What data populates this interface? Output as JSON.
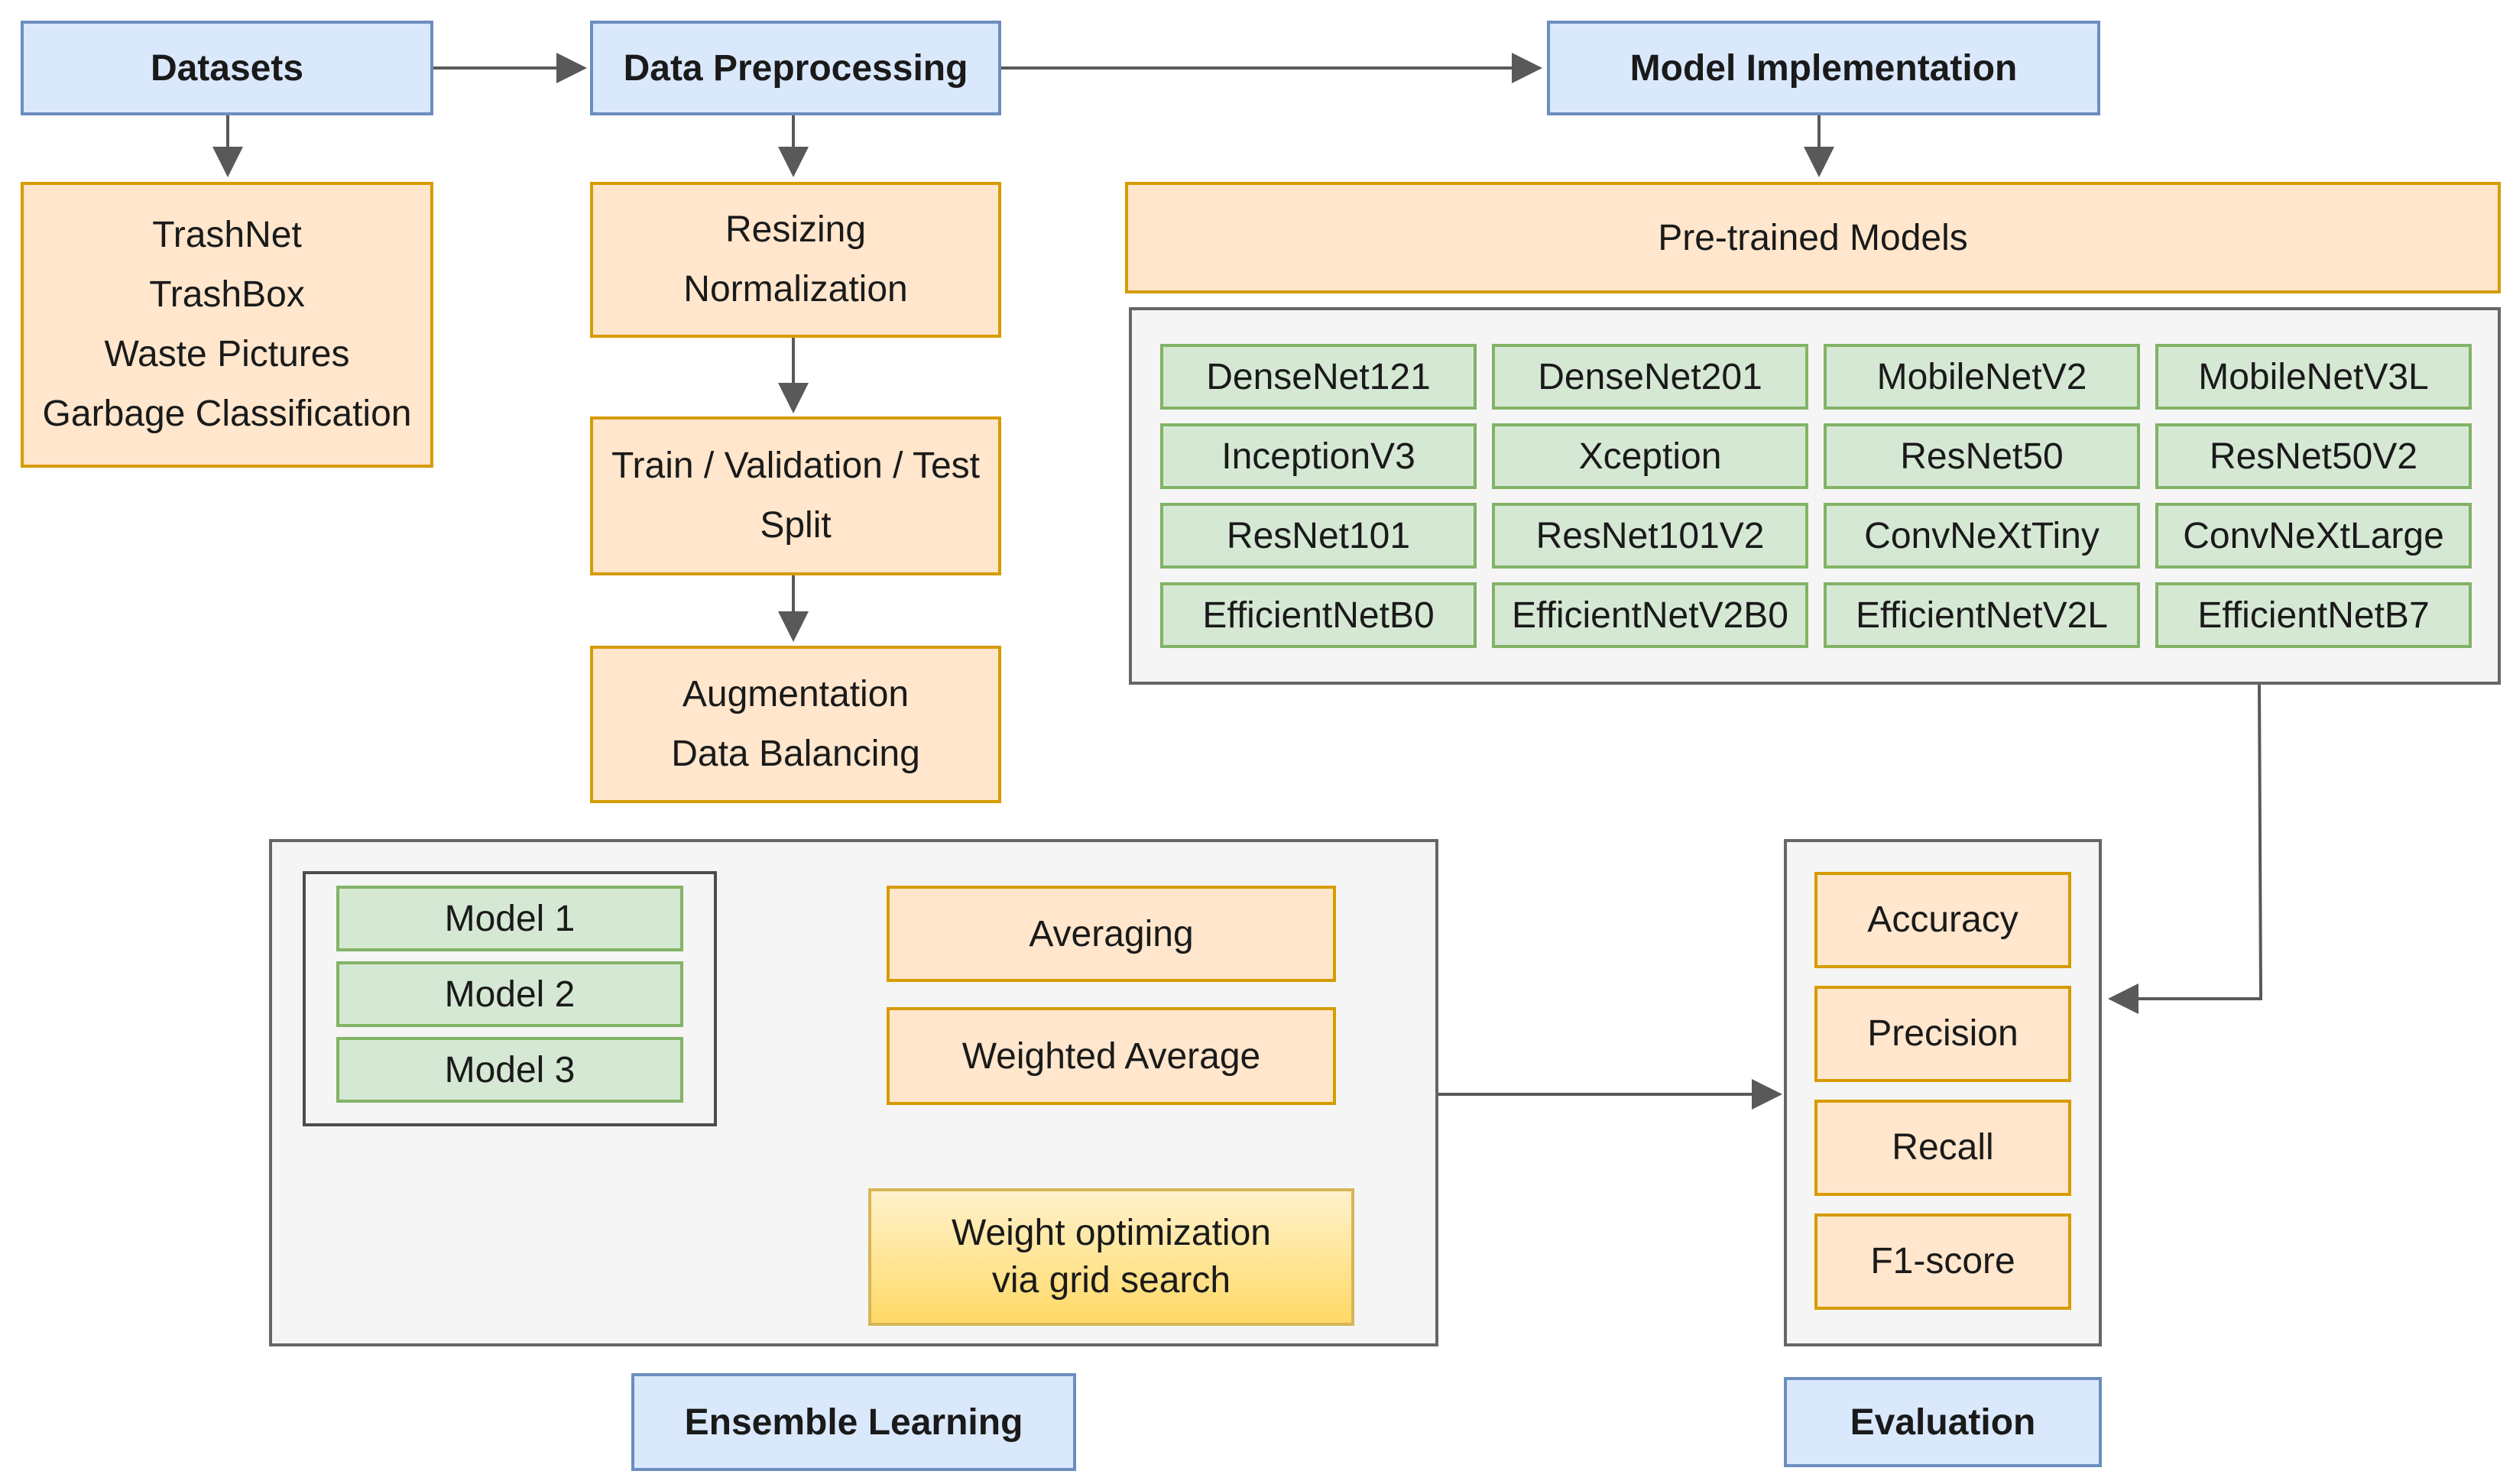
{
  "datasets": {
    "title": "Datasets",
    "items": [
      "TrashNet",
      "TrashBox",
      "Waste Pictures",
      "Garbage Classification"
    ]
  },
  "preprocessing": {
    "title": "Data Preprocessing",
    "step1": [
      "Resizing",
      "Normalization"
    ],
    "step2": [
      "Train / Validation / Test",
      "Split"
    ],
    "step3": [
      "Augmentation",
      "Data Balancing"
    ]
  },
  "model_implementation": {
    "title": "Model Implementation",
    "pretrained_label": "Pre-trained Models",
    "models": [
      "DenseNet121",
      "DenseNet201",
      "MobileNetV2",
      "MobileNetV3L",
      "InceptionV3",
      "Xception",
      "ResNet50",
      "ResNet50V2",
      "ResNet101",
      "ResNet101V2",
      "ConvNeXtTiny",
      "ConvNeXtLarge",
      "EfficientNetB0",
      "EfficientNetV2B0",
      "EfficientNetV2L",
      "EfficientNetB7"
    ]
  },
  "ensemble": {
    "title": "Ensemble Learning",
    "models": [
      "Model 1",
      "Model 2",
      "Model 3"
    ],
    "averaging": "Averaging",
    "weighted_average": "Weighted Average",
    "optimization": [
      "Weight optimization",
      "via grid search"
    ]
  },
  "evaluation": {
    "title": "Evaluation",
    "metrics": [
      "Accuracy",
      "Precision",
      "Recall",
      "F1-score"
    ]
  },
  "colors": {
    "arrow": "#595959",
    "blue_fill": "#dae8fc",
    "blue_stroke": "#6c8ebf",
    "orange_fill": "#ffe6cc",
    "orange_stroke": "#d79b00",
    "green_fill": "#d5e8d4",
    "green_stroke": "#82b366",
    "gray_fill": "#f5f5f5",
    "gray_stroke": "#666666",
    "gold_fill": "#ffd966",
    "gold_stroke": "#d6b656"
  }
}
